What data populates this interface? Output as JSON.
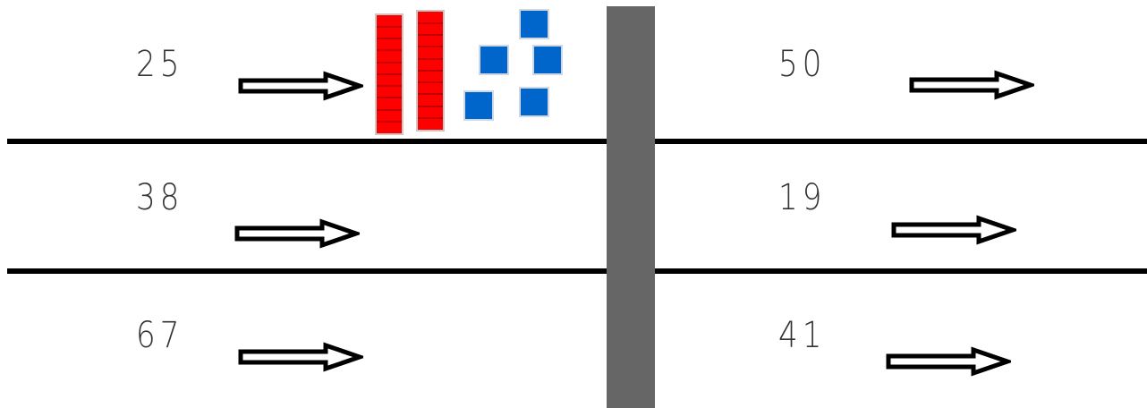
{
  "colors": {
    "rule_line": "#000000",
    "center_divider": "#666666",
    "ten_rod": "#ff0000",
    "unit_cube": "#0066cc",
    "number_text": "#333333"
  },
  "rows": [
    {
      "left_number": "25",
      "right_number": "50"
    },
    {
      "left_number": "38",
      "right_number": "19"
    },
    {
      "left_number": "67",
      "right_number": "41"
    }
  ],
  "base_ten_model": {
    "number": "25",
    "tens": 2,
    "ones": 5
  }
}
